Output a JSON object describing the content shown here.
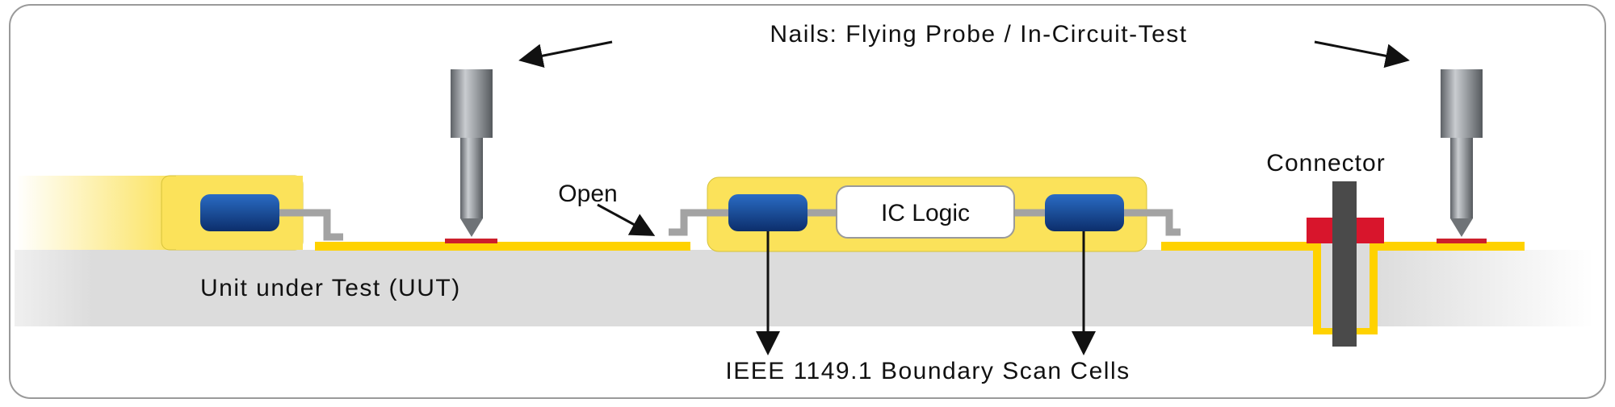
{
  "labels": {
    "nails": "Nails: Flying Probe / In-Circuit-Test",
    "open": "Open",
    "ic_logic": "IC Logic",
    "connector": "Connector",
    "uut": "Unit under Test (UUT)",
    "boundary_scan": "IEEE 1149.1 Boundary Scan Cells"
  },
  "colors": {
    "frame": "#9a9a9a",
    "board": "#dcdcdc",
    "component": "#fbe25a",
    "trace": "#ffd200",
    "pin": "#a3a3a3",
    "cell": "#1a4f9c",
    "probe": "#8a8e92",
    "probe_pad": "#cc1f2c",
    "connector_body": "#d8152c",
    "connector_pin": "#4a4a4a",
    "arrow": "#111111"
  }
}
